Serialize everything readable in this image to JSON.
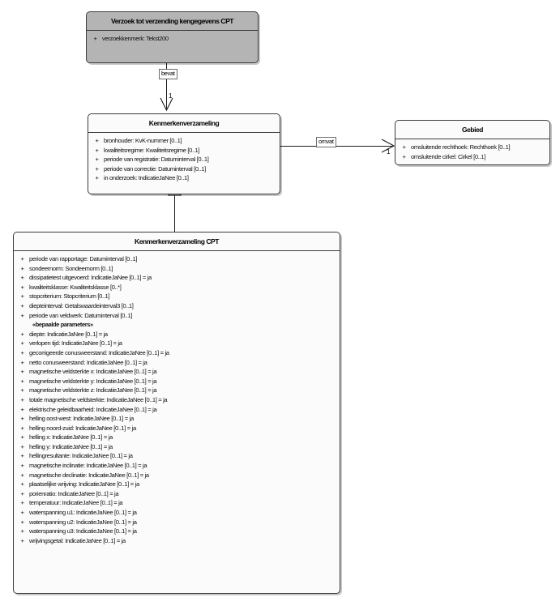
{
  "diagram": {
    "type": "uml-class-diagram",
    "background": "#ffffff",
    "line_color": "#1d1d1d",
    "shaded_fill": "#b4b4b4",
    "plain_fill": "#fbfbfb"
  },
  "classes": {
    "verzoek": {
      "name": "Verzoek tot verzending kengegevens CPT",
      "attributes": [
        {
          "visibility": "+",
          "signature": "verzoekkenmerk: Tekst200"
        }
      ]
    },
    "kermerkenverzameling": {
      "name": "Kenmerkenverzameling",
      "attributes": [
        {
          "visibility": "+",
          "signature": "bronhouder: KvK-nummer [0..1]"
        },
        {
          "visibility": "+",
          "signature": "kwaliteitsregime: Kwaliteitsregime [0..1]"
        },
        {
          "visibility": "+",
          "signature": "periode van registratie: Datuminterval [0..1]"
        },
        {
          "visibility": "+",
          "signature": "periode van correctie: Datuminterval [0..1]"
        },
        {
          "visibility": "+",
          "signature": "in onderzoek: IndicatieJaNee [0..1]"
        }
      ]
    },
    "gebied": {
      "name": "Gebied",
      "attributes": [
        {
          "visibility": "+",
          "signature": "omsluitende rechthoek: Rechthoek [0..1]"
        },
        {
          "visibility": "+",
          "signature": "omsluitende cirkel: Cirkel [0..1]"
        }
      ]
    },
    "kermerkenverzameling_cpt": {
      "name": "Kenmerkenverzameling CPT",
      "attributes": [
        {
          "visibility": "+",
          "signature": "periode van rapportage: Datuminterval [0..1]"
        },
        {
          "visibility": "+",
          "signature": "sondeernorm: Sondeernorm [0..1]"
        },
        {
          "visibility": "+",
          "signature": "dissipatietest uitgevoerd: IndicatieJaNee [0..1] = ja"
        },
        {
          "visibility": "+",
          "signature": "kwaliteitsklasse: Kwaliteitsklasse [0..*]"
        },
        {
          "visibility": "+",
          "signature": "stopcriterium: Stopcriterium [0..1]"
        },
        {
          "visibility": "+",
          "signature": "diepteinterval: Getalswaardeinterval3 [0..1]"
        },
        {
          "visibility": "+",
          "signature": "periode van veldwerk: Datuminterval [0..1]"
        },
        {
          "visibility": "",
          "signature": "«bepaalde parameters»",
          "stereotype": true
        },
        {
          "visibility": "+",
          "signature": "diepte: IndicatieJaNee [0..1] = ja"
        },
        {
          "visibility": "+",
          "signature": "verlopen tijd: IndicatieJaNee [0..1] = ja"
        },
        {
          "visibility": "+",
          "signature": "gecorrigeerde conusweerstand: IndicatieJaNee [0..1] = ja"
        },
        {
          "visibility": "+",
          "signature": "netto conusweerstand: IndicatieJaNee [0..1] = ja"
        },
        {
          "visibility": "+",
          "signature": "magnetische veldsterkte x: IndicatieJaNee [0..1] = ja"
        },
        {
          "visibility": "+",
          "signature": "magnetische veldsterkte y: IndicatieJaNee [0..1] = ja"
        },
        {
          "visibility": "+",
          "signature": "magnetische veldsterkte z: IndicatieJaNee [0..1] = ja"
        },
        {
          "visibility": "+",
          "signature": "totale magnetische veldsterkte: IndicatieJaNee [0..1] = ja"
        },
        {
          "visibility": "+",
          "signature": "elektrische geleidbaarheid: IndicatieJaNee [0..1] = ja"
        },
        {
          "visibility": "+",
          "signature": "helling oost-west: IndicatieJaNee [0..1] = ja"
        },
        {
          "visibility": "+",
          "signature": "helling noord-zuid: IndicatieJaNee [0..1] = ja"
        },
        {
          "visibility": "+",
          "signature": "helling x: IndicatieJaNee [0..1] = ja"
        },
        {
          "visibility": "+",
          "signature": "helling y: IndicatieJaNee [0..1] = ja"
        },
        {
          "visibility": "+",
          "signature": "hellingresultante: IndicatieJaNee [0..1] = ja"
        },
        {
          "visibility": "+",
          "signature": "magnetische inclinatie: IndicatieJaNee [0..1] = ja"
        },
        {
          "visibility": "+",
          "signature": "magnetische declinatie: IndicatieJaNee [0..1] = ja"
        },
        {
          "visibility": "+",
          "signature": "plaatselijke wrijving: IndicatieJaNee [0..1] = ja"
        },
        {
          "visibility": "+",
          "signature": "porienratio: IndicatieJaNee [0..1] = ja"
        },
        {
          "visibility": "+",
          "signature": "temperatuur: IndicatieJaNee [0..1] = ja"
        },
        {
          "visibility": "+",
          "signature": "waterspanning u1: IndicatieJaNee [0..1] = ja"
        },
        {
          "visibility": "+",
          "signature": "waterspanning u2: IndicatieJaNee [0..1] = ja"
        },
        {
          "visibility": "+",
          "signature": "waterspanning u3: IndicatieJaNee [0..1] = ja"
        },
        {
          "visibility": "+",
          "signature": "wrijvingsgetal: IndicatieJaNee [0..1] = ja"
        }
      ]
    }
  },
  "relations": {
    "bevat": {
      "label": "bevat",
      "target_multiplicity": "1"
    },
    "omvat": {
      "label": "omvat",
      "target_multiplicity": "1"
    }
  }
}
